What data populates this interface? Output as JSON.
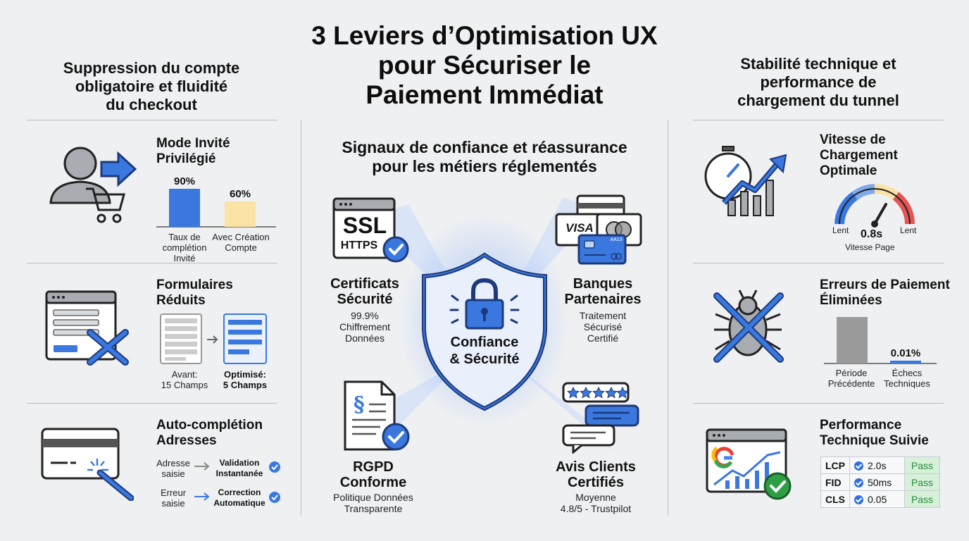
{
  "title": {
    "line1": "3 Leviers d’Optimisation UX",
    "line2": "pour Sécuriser le",
    "line3": "Paiement Immédiat"
  },
  "left": {
    "title": [
      "Suppression du compte",
      "obligatoire et fluidité",
      "du checkout"
    ],
    "guest": {
      "heading": [
        "Mode Invité",
        "Privilégié"
      ],
      "chart_data": {
        "type": "bar",
        "categories": [
          "Taux de complétion Invité",
          "Avec Création Compte"
        ],
        "values": [
          90,
          60
        ],
        "value_labels": [
          "90%",
          "60%"
        ],
        "colors": [
          "#3a78e0",
          "#fbe3a6"
        ],
        "ylim": [
          0,
          100
        ]
      },
      "labels": [
        [
          "Taux de",
          "complétion",
          "Invité"
        ],
        [
          "Avec Création",
          "Compte"
        ]
      ]
    },
    "forms": {
      "heading": [
        "Formulaires",
        "Réduits"
      ],
      "before": [
        "Avant:",
        "15 Champs"
      ],
      "after": [
        "Optimisé:",
        "5 Champs"
      ]
    },
    "autocomplete": {
      "heading": [
        "Auto-complétion",
        "Adresses"
      ],
      "row1_left": [
        "Adresse",
        "saisie"
      ],
      "row1_right": [
        "Validation",
        "Instantanée"
      ],
      "row2_left": [
        "Erreur",
        "saisie"
      ],
      "row2_right": [
        "Correction",
        "Automatique"
      ]
    }
  },
  "center": {
    "title": [
      "Signaux de confiance et réassurance",
      "pour les métiers réglementés"
    ],
    "ssl_text": "SSL",
    "https_text": "HTTPS",
    "visa_text": "VISA",
    "card_text": "AA13",
    "shield": [
      "Confiance",
      "& Sécurité"
    ],
    "certs": {
      "heading": [
        "Certificats",
        "Sécurité"
      ],
      "sub": [
        "99.9%",
        "Chiffrement",
        "Données"
      ]
    },
    "banks": {
      "heading": [
        "Banques",
        "Partenaires"
      ],
      "sub": [
        "Traitement",
        "Sécurisé",
        "Certifié"
      ]
    },
    "gdpr": {
      "heading": [
        "RGPD",
        "Conforme"
      ],
      "sub": [
        "Politique Données",
        "Transparente"
      ]
    },
    "reviews": {
      "heading": [
        "Avis Clients",
        "Certifiés"
      ],
      "sub": [
        "Moyenne",
        "4.8/5 - Trustpilot"
      ]
    }
  },
  "right": {
    "title": [
      "Stabilité technique et",
      "performance de",
      "chargement du tunnel"
    ],
    "speed": {
      "heading": [
        "Vitesse de",
        "Chargement",
        "Optimale"
      ],
      "gauge_left": "Lent",
      "gauge_right": "Lent",
      "gauge_value": "0.8s",
      "gauge_caption": "Vitesse Page"
    },
    "errors": {
      "heading": [
        "Erreurs de Paiement",
        "Éliminées"
      ],
      "chart_data": {
        "type": "bar",
        "categories": [
          "Période Précédente",
          "Échecs Techniques"
        ],
        "values": [
          null,
          0.01
        ],
        "value_labels": [
          "",
          "0.01%"
        ],
        "colors": [
          "#9a9a9a",
          "#3a78e0"
        ]
      },
      "labels": [
        [
          "Période",
          "Précédente"
        ],
        [
          "Échecs",
          "Techniques"
        ]
      ]
    },
    "perf": {
      "heading": [
        "Performance",
        "Technique Suivie"
      ],
      "rows": [
        {
          "metric": "LCP",
          "value": "2.0s",
          "status": "Pass"
        },
        {
          "metric": "FID",
          "value": "50ms",
          "status": "Pass"
        },
        {
          "metric": "CLS",
          "value": "0.05",
          "status": "Pass"
        }
      ]
    }
  },
  "colors": {
    "accent": "#2f6fe0",
    "pass": "#2a8a3a",
    "outline": "#1e3a7a"
  }
}
